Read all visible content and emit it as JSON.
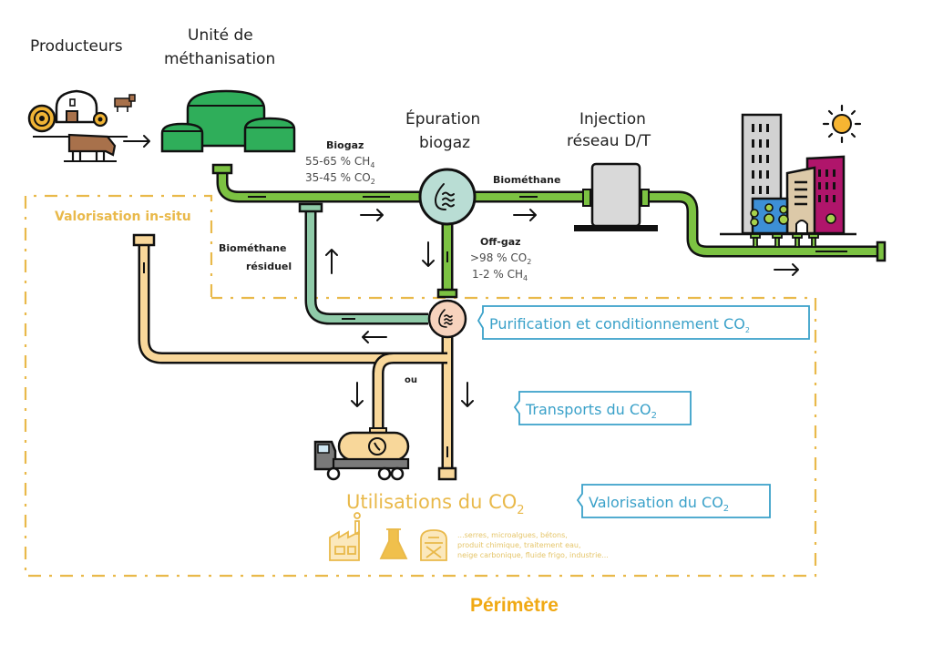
{
  "stages": {
    "producers": "Producteurs",
    "methanisation_line1": "Unité de",
    "methanisation_line2": "méthanisation",
    "epuration_line1": "Épuration",
    "epuration_line2": "biogaz",
    "injection_line1": "Injection",
    "injection_line2": "réseau D/T"
  },
  "flows": {
    "biogaz_label": "Biogaz",
    "biogaz_ch4": "55-65 % CH",
    "biogaz_ch4_sub": "4",
    "biogaz_co2": "35-45 % CO",
    "biogaz_co2_sub": "2",
    "biomethane_label": "Biométhane",
    "offgaz_label": "Off-gaz",
    "offgaz_co2": ">98 % CO",
    "offgaz_co2_sub": "2",
    "offgaz_ch4": "1-2 % CH",
    "offgaz_ch4_sub": "4",
    "residual_line1": "Biométhane",
    "residual_line2": "résiduel",
    "or_label": "ou"
  },
  "zones": {
    "in_situ": "Valorisation in-situ",
    "perimeter": "Périmètre"
  },
  "callouts": {
    "purification": "Purification et conditionnement CO",
    "purification_sub": "2",
    "transport": "Transports du CO",
    "transport_sub": "2",
    "valorisation": "Valorisation du CO",
    "valorisation_sub": "2"
  },
  "uses": {
    "title": "Utilisations du CO",
    "title_sub": "2",
    "line1": "...serres, microalgues, bétons,",
    "line2": "produit chimique, traitement eau,",
    "line3": "neige carbonique, fluide frigo, industrie..."
  },
  "colors": {
    "biogas_pipe": "#7cc242",
    "residual_pipe": "#8fcaa8",
    "co2_pipe": "#f8d79a",
    "digester": "#2fae5a",
    "callout_border": "#3aa1c9",
    "perimeter": "#e9b94a"
  }
}
